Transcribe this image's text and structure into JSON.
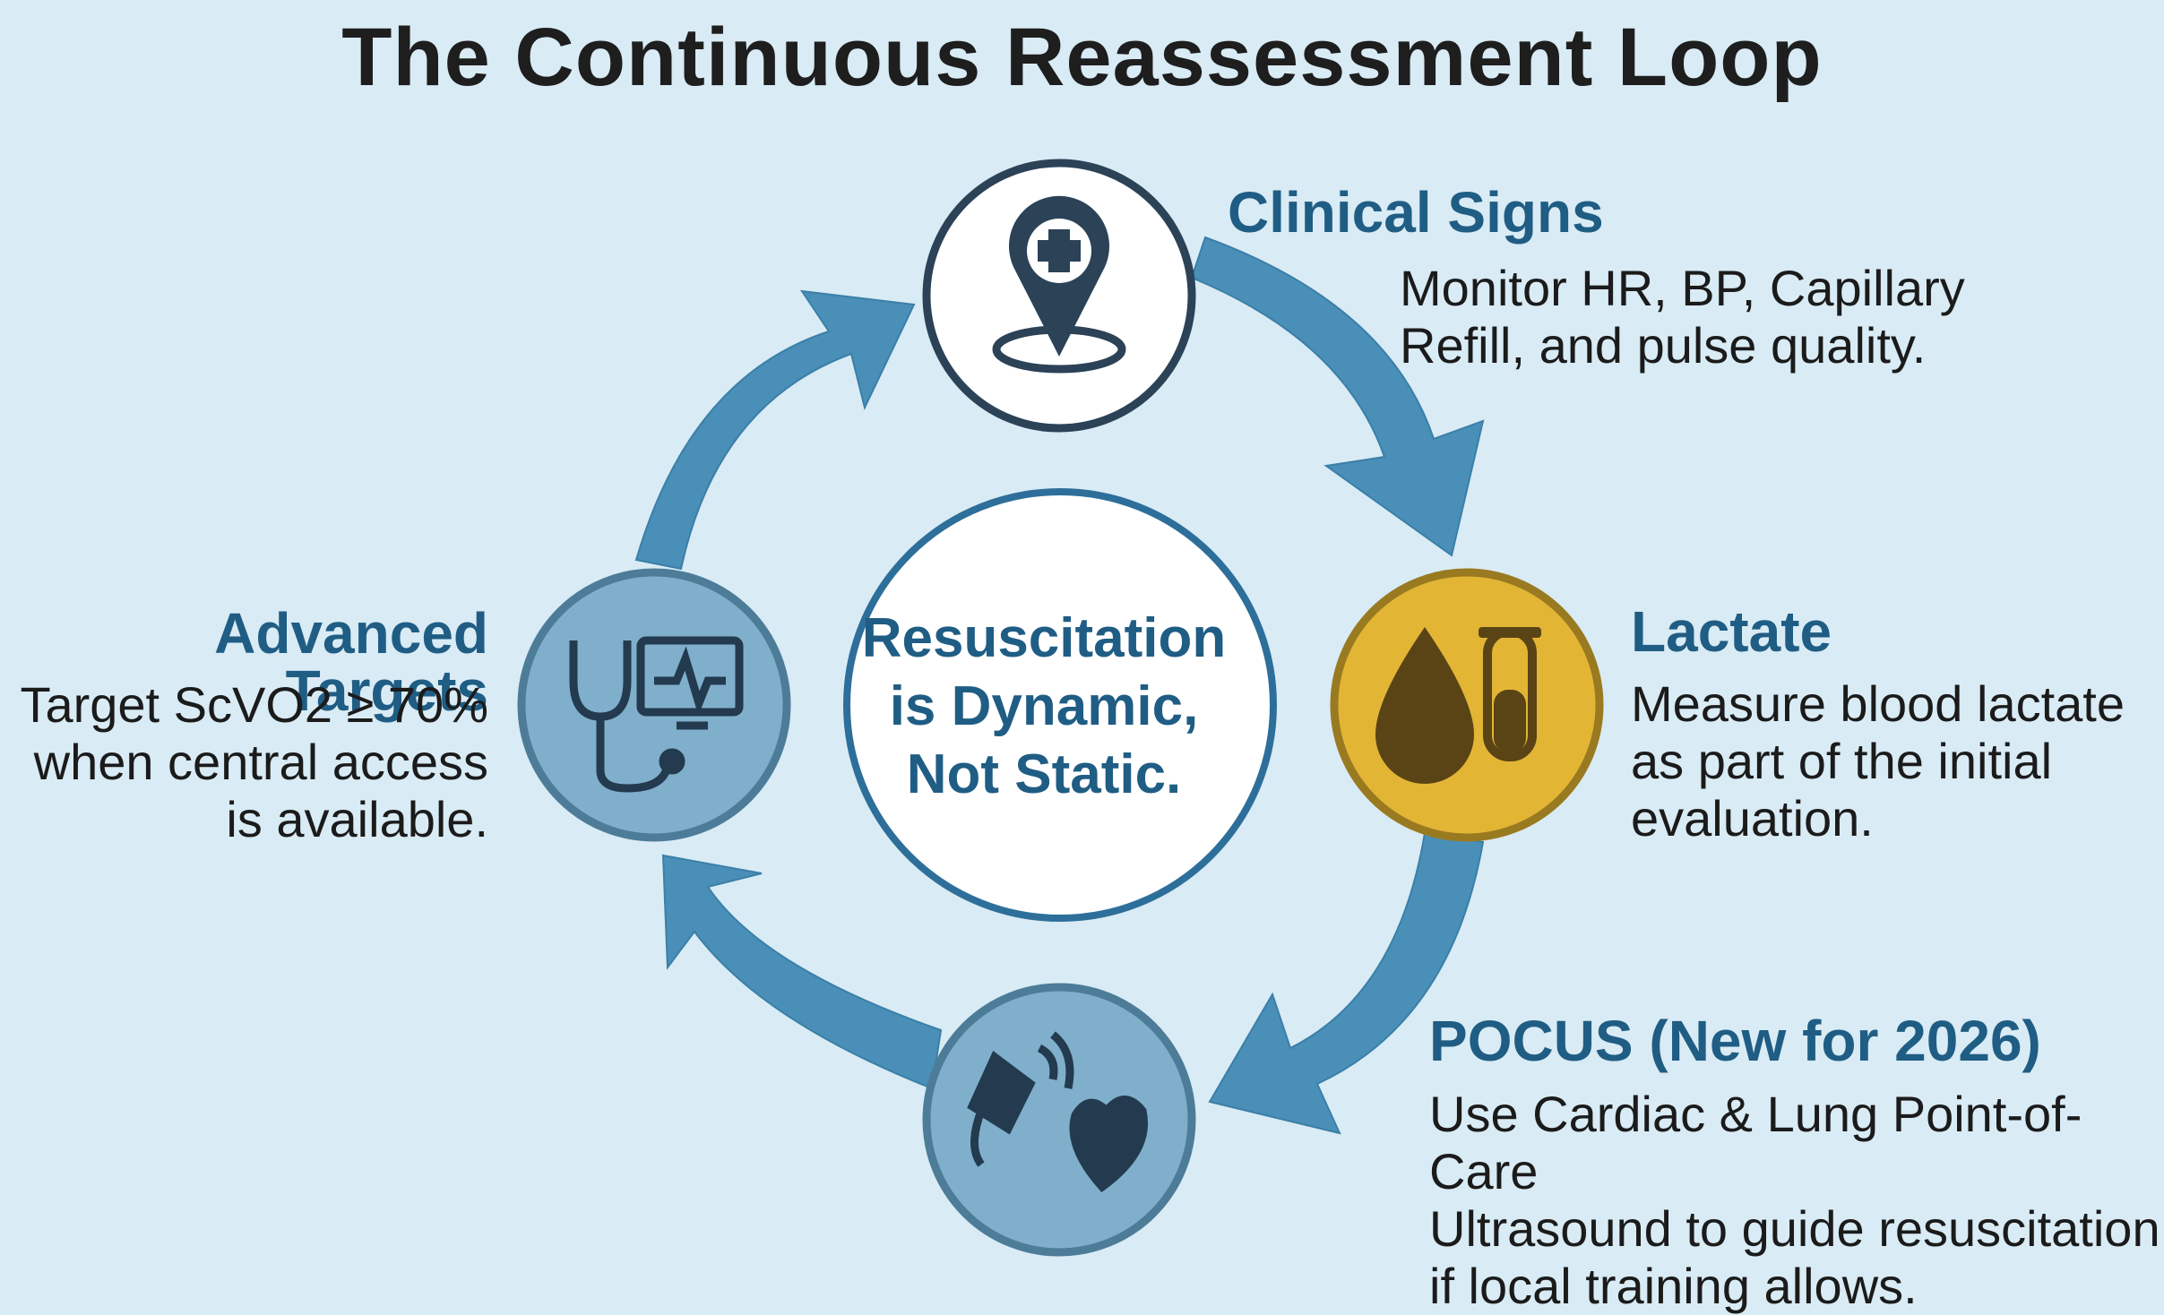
{
  "title": "The Continuous Reassessment Loop",
  "center": "Resuscitation\nis Dynamic,\nNot Static.",
  "nodes": {
    "clinical_signs": {
      "heading": "Clinical Signs",
      "text": "Monitor HR, BP, Capillary\nRefill, and pulse quality.",
      "icon": "location-pin-medical-icon"
    },
    "lactate": {
      "heading": "Lactate",
      "text": "Measure blood lactate\nas part of the initial\nevaluation.",
      "icon": "blood-drop-test-tube-icon"
    },
    "pocus": {
      "heading": "POCUS (New for 2026)",
      "text": "Use Cardiac & Lung Point-of-Care\nUltrasound to guide resuscitation\nif local training allows.",
      "icon": "ultrasound-heart-icon"
    },
    "advanced_targets": {
      "heading": "Advanced Targets",
      "text": "Target ScVO2 ≥ 70%\nwhen central access\nis available.",
      "icon": "stethoscope-monitor-icon"
    }
  },
  "colors": {
    "background": "#d9ebf4",
    "arrow": "#4a8fb8",
    "heading": "#1f5d84",
    "gold": "#e2b535",
    "muted_circle": "#7fafcb"
  }
}
